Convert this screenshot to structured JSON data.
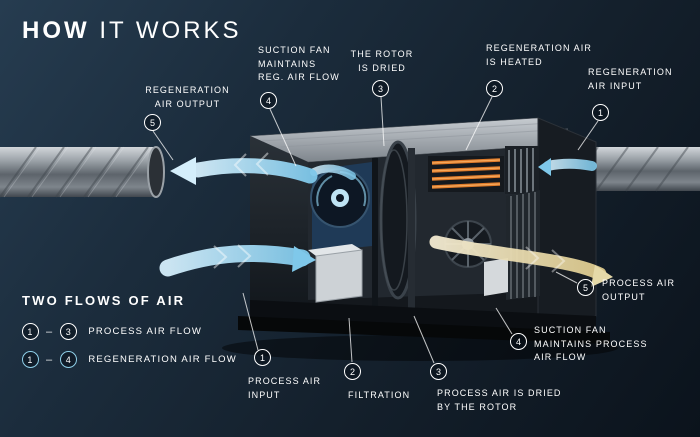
{
  "title": {
    "bold": "HOW",
    "rest": " IT WORKS"
  },
  "callouts": {
    "regen_output": {
      "num": "5",
      "label": "REGENERATION\nAIR OUTPUT"
    },
    "suction_reg": {
      "num": "4",
      "label": "SUCTION FAN\nMAINTAINS\nREG. AIR FLOW"
    },
    "rotor_dried": {
      "num": "3",
      "label": "THE ROTOR\nIS DRIED"
    },
    "regen_heated": {
      "num": "2",
      "label": "REGENERATION AIR\nIS HEATED"
    },
    "regen_input": {
      "num": "1",
      "label": "REGENERATION\nAIR INPUT"
    },
    "process_output": {
      "num": "5",
      "label": "PROCESS AIR\nOUTPUT"
    },
    "suction_process": {
      "num": "4",
      "label": "SUCTION FAN\nMAINTAINS PROCESS\nAIR FLOW"
    },
    "process_dried": {
      "num": "3",
      "label": "PROCESS AIR IS DRIED\nBY THE ROTOR"
    },
    "filtration": {
      "num": "2",
      "label": "FILTRATION"
    },
    "process_input": {
      "num": "1",
      "label": "PROCESS AIR\nINPUT"
    }
  },
  "legend": {
    "heading": "TWO FLOWS OF AIR",
    "process": {
      "from": "1",
      "to": "3",
      "dash": "–",
      "label": "PROCESS AIR FLOW"
    },
    "regeneration": {
      "from": "1",
      "to": "4",
      "dash": "–",
      "label": "REGENERATION AIR FLOW"
    }
  },
  "colors": {
    "background": "#14202c",
    "text": "#ffffff",
    "process_air_blue": "#9fd4ec",
    "regeneration_cream": "#e5d9a8",
    "heater_orange": "#e07b2a",
    "legend_regen_ring": "#8ecfe8"
  }
}
